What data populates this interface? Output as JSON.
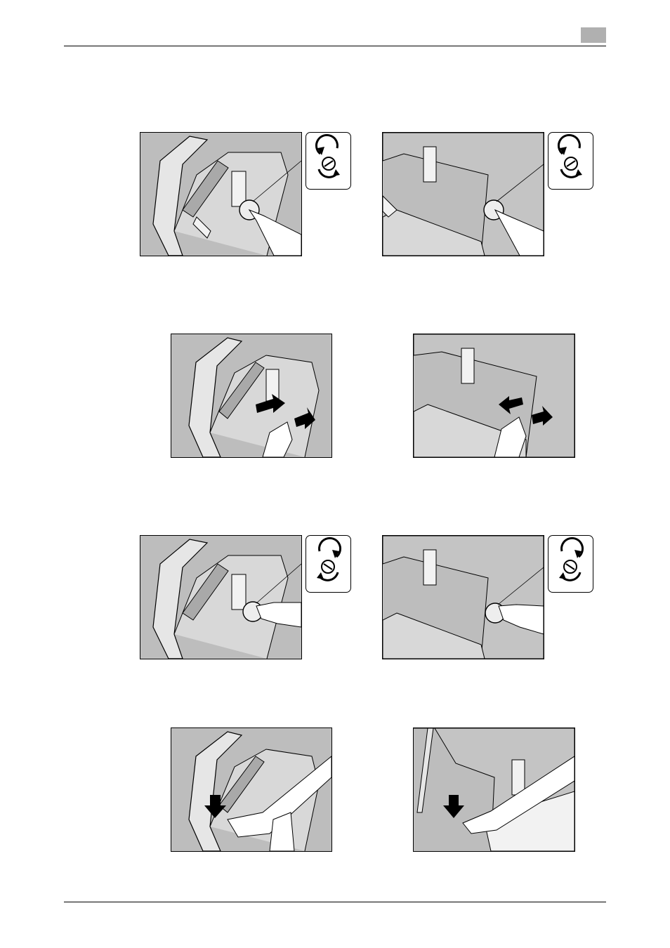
{
  "page": {
    "header_tab_color": "#b0b0b0",
    "figure_fill_color": "#bdbdbd",
    "line_color": "#000000"
  },
  "figures": [
    {
      "id": "fig-1-left",
      "icon": "rotate-counterclockwise-callout"
    },
    {
      "id": "fig-1-right",
      "icon": "rotate-counterclockwise-callout"
    },
    {
      "id": "fig-2-left",
      "icon": "slide-arrows"
    },
    {
      "id": "fig-2-right",
      "icon": "slide-arrows"
    },
    {
      "id": "fig-3-left",
      "icon": "rotate-clockwise-callout"
    },
    {
      "id": "fig-3-right",
      "icon": "rotate-clockwise-callout"
    },
    {
      "id": "fig-4-left",
      "icon": "press-down-arrow"
    },
    {
      "id": "fig-4-right",
      "icon": "press-down-arrow"
    }
  ]
}
